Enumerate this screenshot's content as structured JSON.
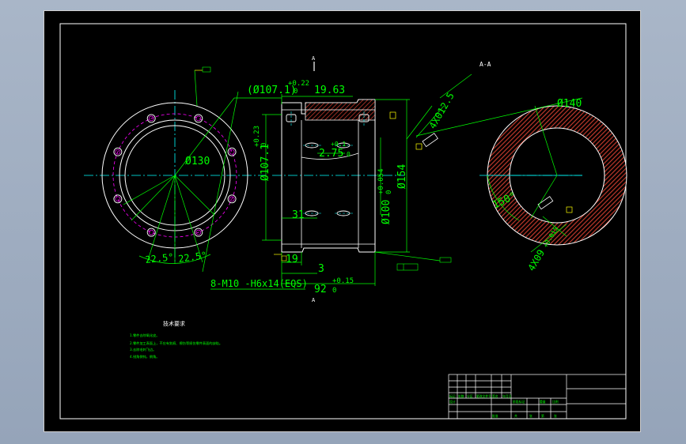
{
  "colors": {
    "background": "#000000",
    "outline": "#ffffff",
    "dimension": "#00ff00",
    "centerline": "#00ffff",
    "hatch": "#c0392b",
    "pitch_circle": "#ff00ff",
    "leader": "#ffff00",
    "part": "#ffffff"
  },
  "views": {
    "section_title": "A-A",
    "section_marker_top": "A",
    "section_marker_bottom": "A"
  },
  "dimensions": {
    "d107_1": "(Ø107.1)",
    "d107_1_tol_upper": "+0.22",
    "d107_1_tol_lower": "0",
    "d19_63": "19.63",
    "d130": "Ø130",
    "d107_1_vertical": "Ø107.1",
    "d107_1_vertical_tol": "+0.23",
    "d107_1_vertical_tol_lower": "0",
    "d2_75": "2.75",
    "d2_75_tol_upper": "+0.1",
    "d2_75_tol_lower": "0",
    "d154": "Ø154",
    "d100": "Ø100",
    "d100_tol_upper": "+0.054",
    "d100_tol_lower": "0",
    "d31": "31",
    "d19": "19",
    "d3": "3",
    "d92": "92",
    "d92_tol_upper": "+0.15",
    "d92_tol_lower": "0",
    "angle1": "22.5°",
    "angle2": "22.5°",
    "thread": "8-M10 -H6x14(EQS)",
    "d140": "Ø140",
    "slot_top": "4X012.5",
    "slot_bottom": "4X09",
    "slot_bottom_tol": "+0.015",
    "angle150": "150°"
  },
  "notes": {
    "title": "技术要求",
    "lines": [
      "1.零件去除氧化皮。",
      "2.零件加工表面上，不应有划痕、擦伤等损伤零件表面的缺陷。",
      "3.去除毛刺飞边。",
      "4.锐角倒钝，倒角。"
    ]
  },
  "title_block": {
    "row_labels": [
      "标记",
      "处数",
      "分区",
      "更改文件号",
      "签名",
      "年月日"
    ],
    "design_label": "设计",
    "stage_label": "阶段标记",
    "weight_label": "重量",
    "scale_label": "比例",
    "sheet_labels": [
      "共",
      "张",
      "第",
      "张"
    ],
    "approve_label": "批准"
  }
}
